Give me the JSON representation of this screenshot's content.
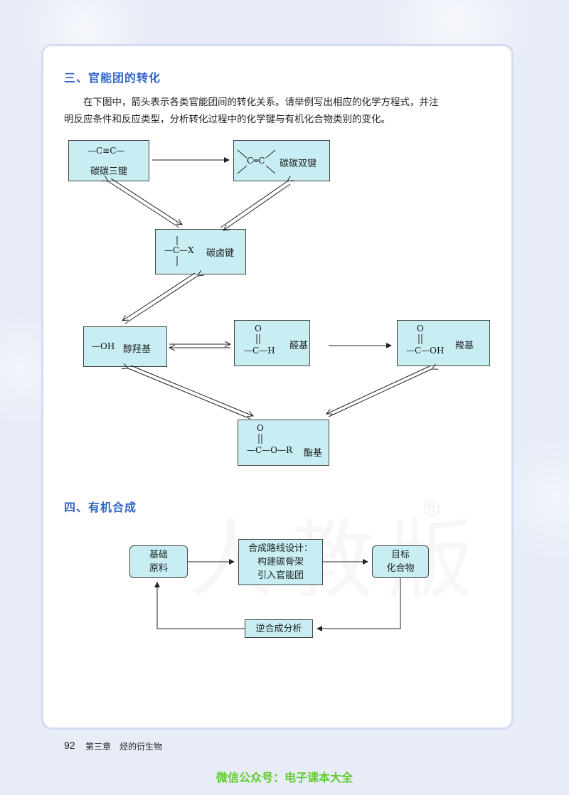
{
  "section3": {
    "title": "三、官能团的转化",
    "para_line1": "在下图中，箭头表示各类官能团间的转化关系。请举例写出相应的化学方程式，并注",
    "para_line2": "明反应条件和反应类型，分析转化过程中的化学键与有机化合物类别的变化。"
  },
  "diagram1": {
    "triple": {
      "formula": "—C≡C—",
      "label": "碳碳三键"
    },
    "double": {
      "formula": "C═C",
      "label": "碳碳双键"
    },
    "halide": {
      "formula": "—C—X",
      "label": "碳卤键"
    },
    "alcohol": {
      "formula": "—OH",
      "label": "醇羟基"
    },
    "aldehyde": {
      "o": "O",
      "formula": "—C—H",
      "label": "醛基"
    },
    "carboxyl": {
      "o": "O",
      "formula": "—C—OH",
      "label": "羧基"
    },
    "ester": {
      "o": "O",
      "formula": "—C—O—R",
      "label": "酯基"
    }
  },
  "section4": {
    "title": "四、有机合成"
  },
  "diagram2": {
    "raw_l1": "基础",
    "raw_l2": "原料",
    "design_l1": "合成路线设计：",
    "design_l2": "构建碳骨架",
    "design_l3": "引入官能团",
    "target_l1": "目标",
    "target_l2": "化合物",
    "retro": "逆合成分析"
  },
  "watermark": "人教版",
  "registered": "®",
  "footer": {
    "page_number": "92",
    "chapter": "第三章　烃的衍生物",
    "wechat": "微信公众号：电子课本大全"
  }
}
